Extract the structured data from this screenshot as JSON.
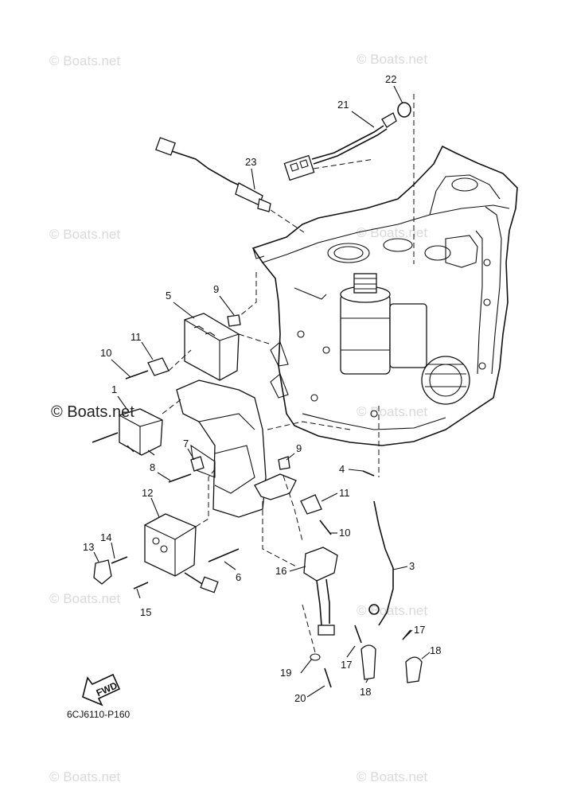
{
  "watermark_text": "© Boats.net",
  "watermarks": [
    {
      "text": "© Boats.net"
    },
    {
      "text": "© Boats.net"
    },
    {
      "text": "© Boats.net"
    },
    {
      "text": "© Boats.net"
    },
    {
      "text": "© Boats.net"
    },
    {
      "text": "© Boats.net"
    },
    {
      "text": "© Boats.net"
    },
    {
      "text": "© Boats.net"
    },
    {
      "text": "© Boats.net"
    }
  ],
  "part_labels": [
    "22",
    "21",
    "23",
    "9",
    "5",
    "11",
    "10",
    "1",
    "7",
    "8",
    "12",
    "14",
    "13",
    "15",
    "6",
    "9",
    "4",
    "11",
    "10",
    "3",
    "16",
    "17",
    "17",
    "18",
    "18",
    "19",
    "20"
  ],
  "fwd_label": "FWD",
  "diagram_code": "6CJ6110-P160"
}
